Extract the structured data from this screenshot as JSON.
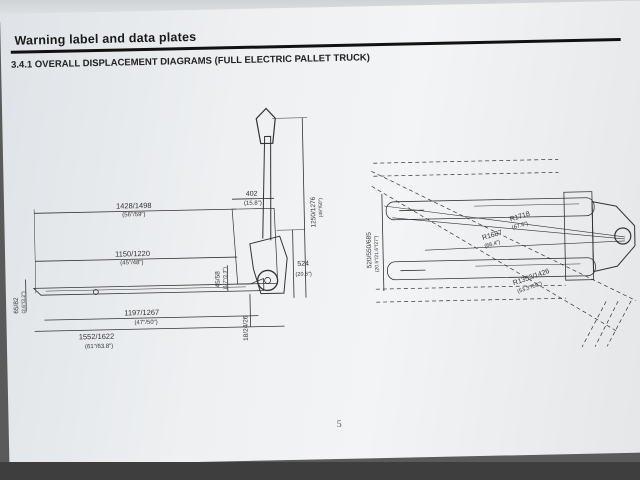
{
  "header": {
    "section_title": "Warning label and data plates",
    "sub_title": "3.4.1  OVERALL DISPLACEMENT DIAGRAMS (FULL ELECTRIC PALLET TRUCK)"
  },
  "side_view": {
    "d_1428": "1428/1498",
    "d_1428_in": "(56\"/59\")",
    "d_402": "402",
    "d_402_in": "(15.8\")",
    "d_1150": "1150/1220",
    "d_1150_in": "(45\"/48\")",
    "d_45": "45/58",
    "d_45_in": "(1.7\"/2.3\")",
    "d_65": "65/82",
    "d_65_in": "(2.6\"/3.2\")",
    "d_1197": "1197/1267",
    "d_1197_in": "(47\"/50\")",
    "d_1552": "1552/1622",
    "d_1552_in": "(61\"/63.8\")",
    "d_18": "18/24/26",
    "d_524": "524",
    "d_524_in": "(20.6\")",
    "d_1250": "1250/1276",
    "d_1250_in": "(49\"/50\")"
  },
  "top_view": {
    "d_520": "520/550/685",
    "d_520_in": "(20.5\"/21.6\"/27\")",
    "r_1718": "R1718",
    "r_1718_in": "(67.6\")",
    "r_1687": "R1687",
    "r_1687_in": "(66.4\")",
    "r_1353": "R1353/1426",
    "r_1353_in": "(53.3\"/56\")"
  },
  "footer": {
    "page_number": "5"
  }
}
